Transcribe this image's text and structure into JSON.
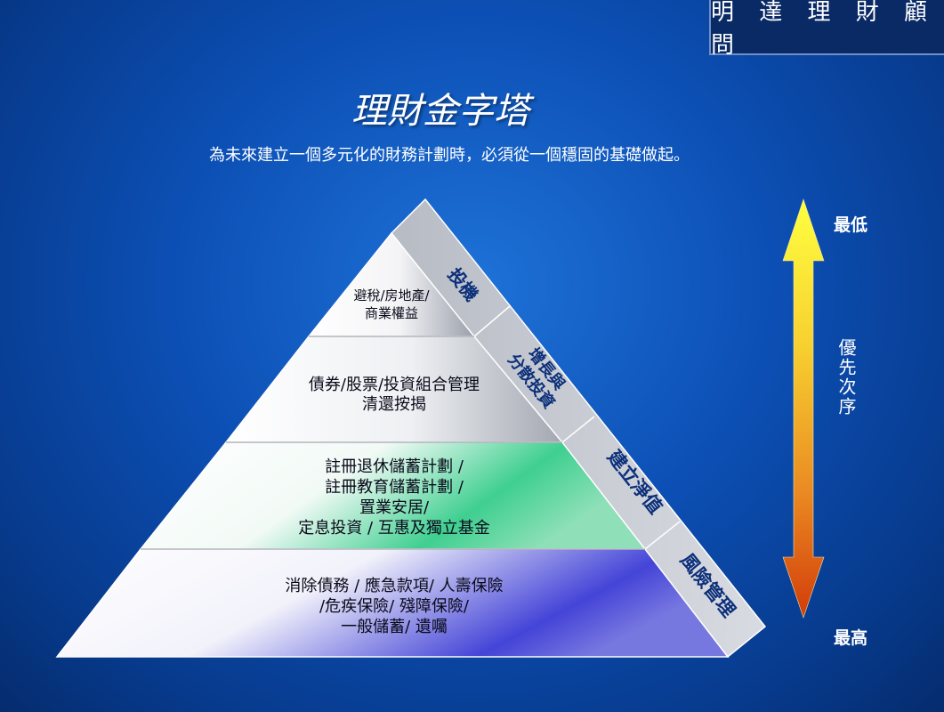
{
  "brand": {
    "name": "明 達 理 財 顧 問"
  },
  "header": {
    "title": "理財金字塔",
    "subtitle": "為未來建立一個多元化的財務計劃時，必須從一個穩固的基礎做起。"
  },
  "pyramid": {
    "levels": [
      {
        "lines": [
          "避稅/房地產/",
          "商業權益"
        ],
        "side": [
          "投機"
        ]
      },
      {
        "lines": [
          "債券/股票/投資組合管理",
          "清還按揭"
        ],
        "side": [
          "增長與",
          "分散投資"
        ]
      },
      {
        "lines": [
          "註冊退休儲蓄計劃 /",
          "註冊教育儲蓄計劃 /",
          "置業安居/",
          "定息投資 / 互惠及獨立基金"
        ],
        "side": [
          "建立淨值"
        ]
      },
      {
        "lines": [
          "消除債務 / 應急款項/ 人壽保險",
          "/危疾保險/ 殘障保險/",
          "一般儲蓄/ 遺囑"
        ],
        "side": [
          "風險管理"
        ]
      }
    ]
  },
  "priority": {
    "top_label": "最低",
    "bottom_label": "最高",
    "axis_label": "優先次序"
  },
  "colors": {
    "background": "#0c4fb4",
    "side_face": "#c8cbd3",
    "side_text": "#0b2f7a",
    "tier_text": "#0a0a1a",
    "tier3_accent": "#3fcf90",
    "tier4_accent": "#4444d8",
    "arrow_top": "#ffff40",
    "arrow_bottom": "#d23c0a"
  }
}
